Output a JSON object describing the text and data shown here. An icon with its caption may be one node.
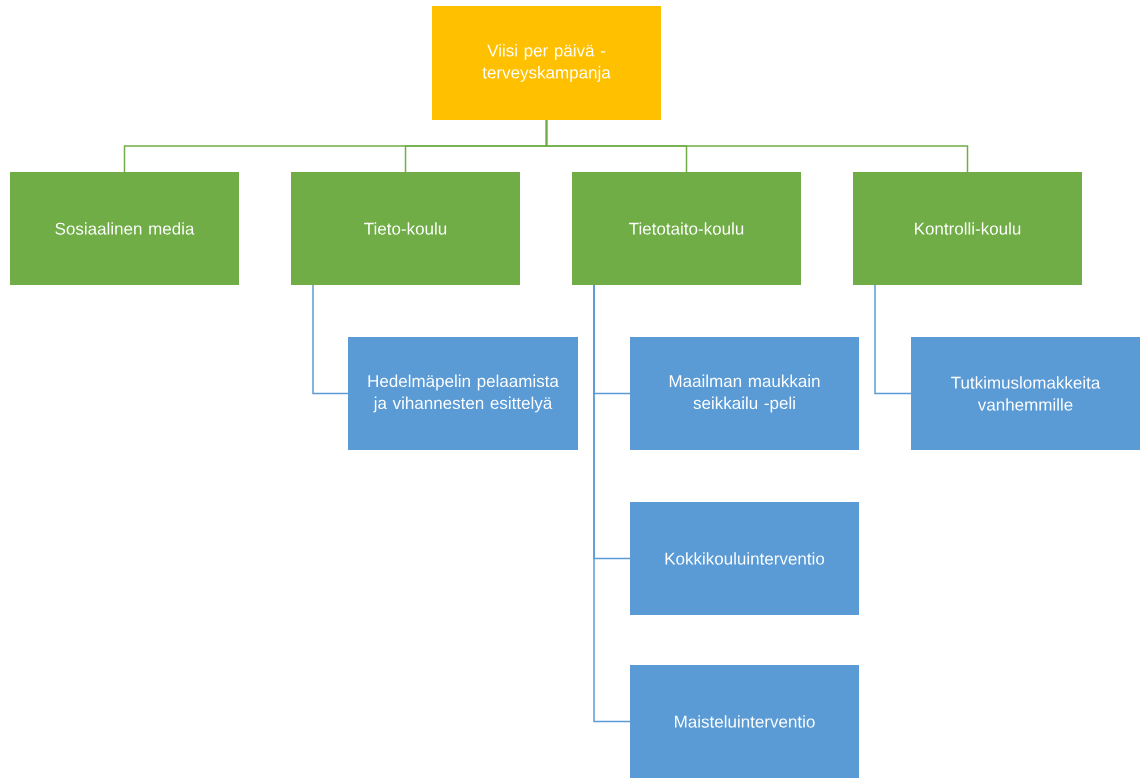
{
  "diagram": {
    "nodes": [
      {
        "text": [
          "Viisi per päivä -terveyskampanja"
        ]
      },
      {
        "text": [
          "Sosiaalinen media"
        ]
      },
      {
        "text": [
          "Tieto-koulu"
        ]
      },
      {
        "text": [
          "Tietotaito-koulu"
        ]
      },
      {
        "text": [
          "Kontrolli-koulu"
        ]
      },
      {
        "text": [
          "Hedelmäpelin pelaamista ja vihannesten esittelyä"
        ]
      },
      {
        "text": [
          "Maailman maukkain seikkailu -peli"
        ]
      },
      {
        "text": [
          "Kokkikouluinterventio"
        ]
      },
      {
        "text": [
          "Maisteluinterventio"
        ]
      },
      {
        "text": [
          "Tutkimuslomakkeita vanhemmille"
        ]
      }
    ],
    "edges": [
      {
        "from": 0,
        "to": 1,
        "arrow": "none",
        "color": "#70ad47"
      },
      {
        "from": 0,
        "to": 2,
        "arrow": "none",
        "color": "#70ad47"
      },
      {
        "from": 0,
        "to": 3,
        "arrow": "none",
        "color": "#70ad47"
      },
      {
        "from": 0,
        "to": 4,
        "arrow": "none",
        "color": "#70ad47"
      },
      {
        "from": 2,
        "to": 5,
        "arrow": "none",
        "color": "#5b9bd5"
      },
      {
        "from": 3,
        "to": 6,
        "arrow": "none",
        "color": "#5b9bd5"
      },
      {
        "from": 3,
        "to": 7,
        "arrow": "none",
        "color": "#5b9bd5"
      },
      {
        "from": 3,
        "to": 8,
        "arrow": "none",
        "color": "#5b9bd5"
      },
      {
        "from": 4,
        "to": 9,
        "arrow": "none",
        "color": "#5b9bd5"
      }
    ]
  }
}
